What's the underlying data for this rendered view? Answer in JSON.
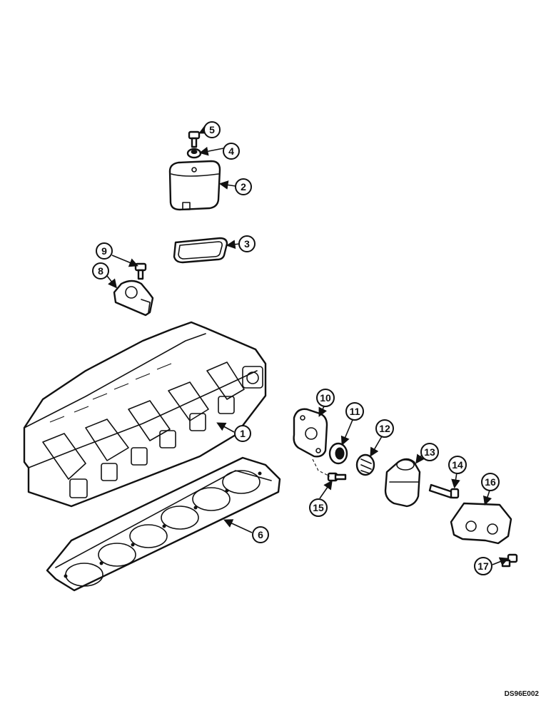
{
  "diagram": {
    "code": "DS96E002",
    "callouts": [
      {
        "id": "1",
        "label": "1"
      },
      {
        "id": "2",
        "label": "2"
      },
      {
        "id": "3",
        "label": "3"
      },
      {
        "id": "4",
        "label": "4"
      },
      {
        "id": "5",
        "label": "5"
      },
      {
        "id": "6",
        "label": "6"
      },
      {
        "id": "8",
        "label": "8"
      },
      {
        "id": "9",
        "label": "9"
      },
      {
        "id": "10",
        "label": "10"
      },
      {
        "id": "11",
        "label": "11"
      },
      {
        "id": "12",
        "label": "12"
      },
      {
        "id": "13",
        "label": "13"
      },
      {
        "id": "14",
        "label": "14"
      },
      {
        "id": "15",
        "label": "15"
      },
      {
        "id": "16",
        "label": "16"
      },
      {
        "id": "17",
        "label": "17"
      }
    ]
  }
}
